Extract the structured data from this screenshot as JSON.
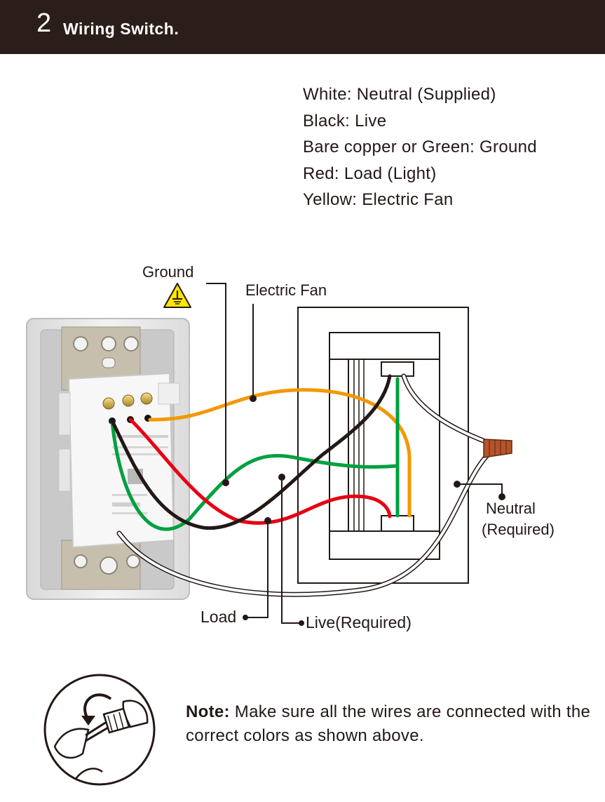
{
  "header": {
    "step_number": "2",
    "title": "Wiring Switch."
  },
  "legend": {
    "items": [
      "White: Neutral (Supplied)",
      "Black: Live",
      "Bare copper or Green: Ground",
      "Red: Load (Light)",
      "Yellow: Electric Fan"
    ]
  },
  "diagram": {
    "labels": {
      "ground": "Ground",
      "electric_fan": "Electric Fan",
      "neutral_line1": "Neutral",
      "neutral_line2": "(Required)",
      "load": "Load",
      "live": "Live(Required)"
    },
    "wire_colors": {
      "neutral": "#ffffff",
      "live": "#231815",
      "ground": "#00a040",
      "load": "#e60012",
      "fan": "#f39800"
    }
  },
  "note": {
    "prefix": "Note:",
    "text": " Make sure all the wires are connected with the correct colors as shown above."
  }
}
